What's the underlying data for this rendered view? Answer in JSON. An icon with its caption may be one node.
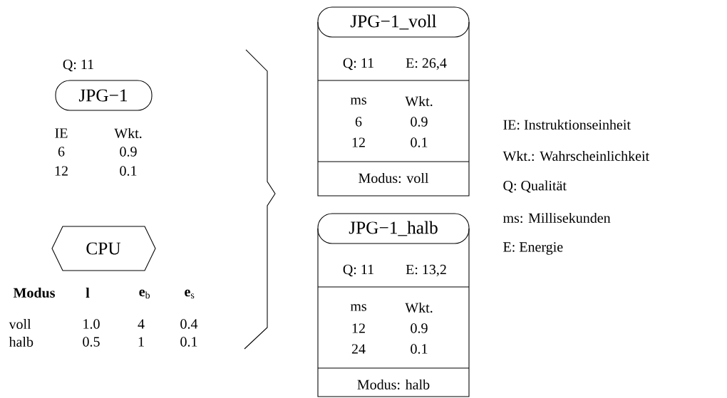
{
  "diagram": {
    "nodes": [
      {
        "text": [
          "JPG−1"
        ],
        "beside": [
          "Q: 11"
        ]
      },
      {
        "text": [
          "CPU"
        ]
      },
      {
        "text": [
          "JPG−1_voll",
          "Q: 11",
          "E: 26,4",
          "ms",
          "Wkt.",
          "6",
          "0.9",
          "12",
          "0.1",
          "Modus: voll"
        ]
      },
      {
        "text": [
          "JPG−1_halb",
          "Q: 11",
          "E: 13,2",
          "ms",
          "Wkt.",
          "12",
          "0.9",
          "24",
          "0.1",
          "Modus: halb"
        ]
      }
    ],
    "labels": [
      "IE",
      "Wkt.",
      "6",
      "0.9",
      "12",
      "0.1",
      "Modus",
      "l",
      "**e**$_{b}$",
      "**e**$_{s}$",
      "voll",
      "1.0",
      "4",
      "0.4",
      "halb",
      "0.5",
      "1",
      "0.1",
      "IE: Instruktionseinheit",
      "Wkt.: Wahrscheinlichkeit",
      "Q: Qualität",
      "ms: Millisekunden",
      "E: Energie"
    ]
  }
}
